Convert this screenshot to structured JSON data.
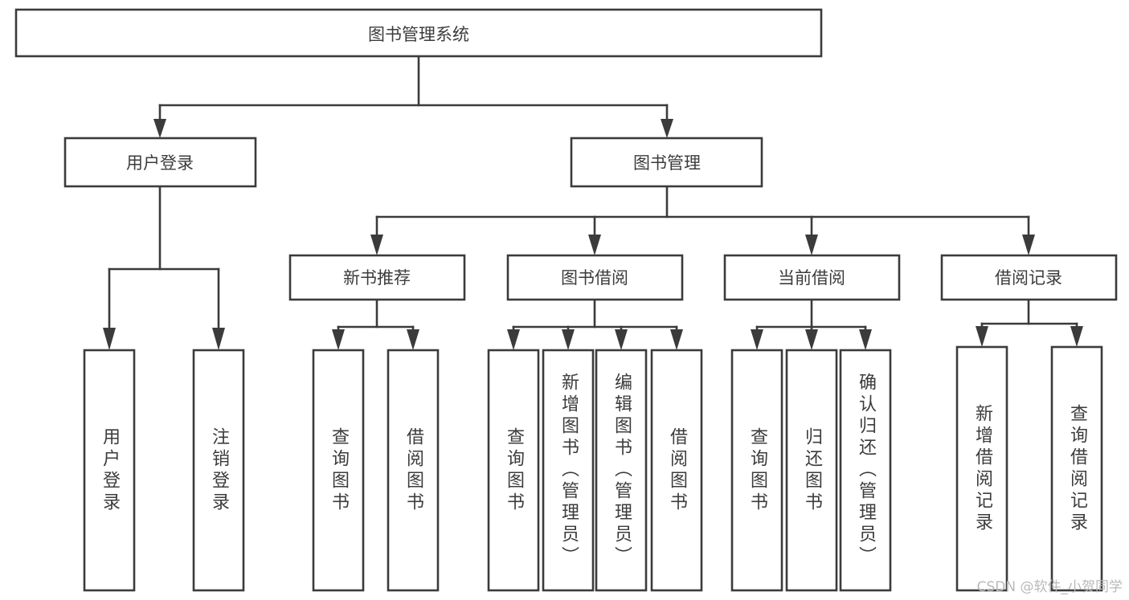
{
  "diagram": {
    "type": "tree-hierarchy-chart",
    "title": "图书管理系统",
    "root": {
      "id": "root",
      "label": "图书管理系统",
      "orientation": "horizontal"
    },
    "level1": [
      {
        "id": "user-login",
        "label": "用户登录",
        "orientation": "horizontal"
      },
      {
        "id": "book-management",
        "label": "图书管理",
        "orientation": "horizontal"
      }
    ],
    "level2": [
      {
        "id": "new-book-recommend",
        "label": "新书推荐",
        "orientation": "horizontal",
        "parent": "book-management"
      },
      {
        "id": "book-borrow",
        "label": "图书借阅",
        "orientation": "horizontal",
        "parent": "book-management"
      },
      {
        "id": "current-borrow",
        "label": "当前借阅",
        "orientation": "horizontal",
        "parent": "book-management"
      },
      {
        "id": "borrow-record",
        "label": "借阅记录",
        "orientation": "horizontal",
        "parent": "book-management"
      }
    ],
    "leaves": [
      {
        "id": "leaf-user-login",
        "label": "用户登录",
        "orientation": "vertical",
        "parent": "user-login"
      },
      {
        "id": "leaf-logout-login",
        "label": "注销登录",
        "orientation": "vertical",
        "parent": "user-login"
      },
      {
        "id": "leaf-query-book-1",
        "label": "查询图书",
        "orientation": "vertical",
        "parent": "new-book-recommend"
      },
      {
        "id": "leaf-borrow-book-1",
        "label": "借阅图书",
        "orientation": "vertical",
        "parent": "new-book-recommend"
      },
      {
        "id": "leaf-query-book-2",
        "label": "查询图书",
        "orientation": "vertical",
        "parent": "book-borrow"
      },
      {
        "id": "leaf-add-book",
        "label": "新增图书（管理员）",
        "orientation": "vertical",
        "parent": "book-borrow"
      },
      {
        "id": "leaf-edit-book",
        "label": "编辑图书（管理员）",
        "orientation": "vertical",
        "parent": "book-borrow"
      },
      {
        "id": "leaf-borrow-book-2",
        "label": "借阅图书",
        "orientation": "vertical",
        "parent": "book-borrow"
      },
      {
        "id": "leaf-query-book-3",
        "label": "查询图书",
        "orientation": "vertical",
        "parent": "current-borrow"
      },
      {
        "id": "leaf-return-book",
        "label": "归还图书",
        "orientation": "vertical",
        "parent": "current-borrow"
      },
      {
        "id": "leaf-confirm-return",
        "label": "确认归还（管理员）",
        "orientation": "vertical",
        "parent": "current-borrow"
      },
      {
        "id": "leaf-add-record",
        "label": "新增借阅记录",
        "orientation": "vertical",
        "parent": "borrow-record"
      },
      {
        "id": "leaf-query-record",
        "label": "查询借阅记录",
        "orientation": "vertical",
        "parent": "borrow-record"
      }
    ],
    "colors": {
      "background": "#ffffff",
      "box_fill": "#ffffff",
      "box_stroke": "#3b3b3b",
      "text": "#3c3c3c",
      "watermark": "#b9b9b9"
    }
  },
  "watermark": {
    "text": "CSDN @软件_小贺同学"
  }
}
